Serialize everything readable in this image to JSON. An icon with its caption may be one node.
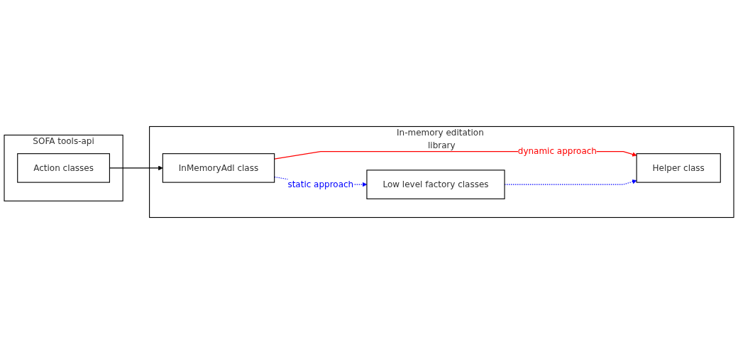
{
  "diagram": {
    "nodes": [
      {
        "text": [
          "SOFA tools-api"
        ]
      },
      {
        "text": [
          "Action classes"
        ],
        "in": 0
      },
      {
        "text": [
          "In-memory editation library"
        ]
      },
      {
        "text": [
          "InMemoryAdl class"
        ],
        "in": 2
      },
      {
        "text": [
          "Helper class"
        ],
        "in": 2
      },
      {
        "text": [
          "Low level factory classes"
        ],
        "in": 2
      }
    ],
    "edges": [
      {
        "from": 1,
        "to": 3,
        "arrow": "to",
        "color": "#000000"
      },
      {
        "from": 3,
        "to": 4,
        "arrow": "to",
        "label": "dynamic approach",
        "color": "#ff0000"
      },
      {
        "from": 3,
        "to": 5,
        "arrow": "to",
        "label": "static approach",
        "style": "dashed",
        "color": "#0000ff"
      },
      {
        "from": 5,
        "to": 4,
        "arrow": "to",
        "style": "dashed",
        "color": "#0000ff"
      }
    ]
  }
}
